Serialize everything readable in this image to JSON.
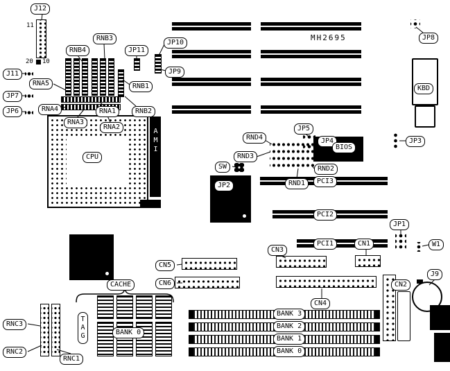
{
  "board": {
    "model": "MH2695"
  },
  "callouts": {
    "j12": "J12",
    "j11": "J11",
    "jp7": "JP7",
    "jp6": "JP6",
    "rnb4": "RNB4",
    "rnb3": "RNB3",
    "rnb1": "RNB1",
    "rnb2": "RNB2",
    "rna1": "RNA1",
    "rna2": "RNA2",
    "rna3": "RNA3",
    "rna4": "RNA4",
    "rna5": "RNA5",
    "jp11": "JP11",
    "jp10": "JP10",
    "jp9": "JP9",
    "jp8": "JP8",
    "kbd": "KBD",
    "cpu": "CPU",
    "ami": "AMI",
    "jp5": "JP5",
    "jp4": "JP4",
    "jp3": "JP3",
    "jp2": "JP2",
    "jp1": "JP1",
    "rnd1": "RND1",
    "rnd2": "RND2",
    "rnd3": "RND3",
    "rnd4": "RND4",
    "sw": "SW",
    "bios": "BIOS",
    "pci1": "PCI1",
    "pci2": "PCI2",
    "pci3": "PCI3",
    "w1": "W1",
    "cn1": "CN1",
    "cn2": "CN2",
    "cn3": "CN3",
    "cn4": "CN4",
    "cn5": "CN5",
    "cn6": "CN6",
    "j9": "J9",
    "cache": "CACHE",
    "tag": "TAG",
    "cache_bank": "BANK 0",
    "bank3": "BANK 3",
    "bank2": "BANK 2",
    "bank1": "BANK 1",
    "bank0": "BANK 0",
    "rnc1": "RNC1",
    "rnc2": "RNC2",
    "rnc3": "RNC3"
  },
  "pin_numbers": {
    "j12_pin11": "11",
    "j12_pin20": "20",
    "j12_pin10": "10"
  }
}
